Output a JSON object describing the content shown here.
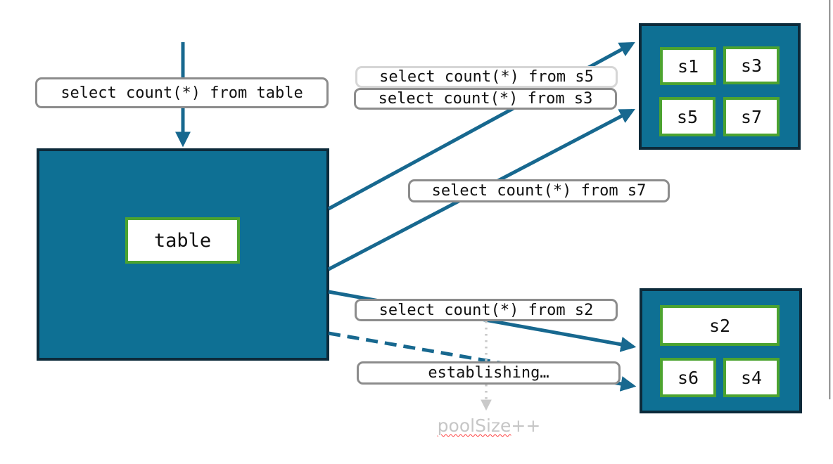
{
  "colors": {
    "teal_fill": "#0e7094",
    "teal_border": "#0c2a3a",
    "green": "#4ca330",
    "label_border": "#8c8c8c",
    "label_border_light": "#d6d6d6",
    "arrow": "#17688f",
    "dotted": "#c9c9c9",
    "pool_text": "#c6c6c6",
    "squiggle": "#ff4040",
    "edge_line": "#606060"
  },
  "queries": {
    "table": "select count(*) from table",
    "s5": "select count(*) from s5",
    "s3": "select count(*) from s3",
    "s7": "select count(*) from s7",
    "s2": "select count(*) from s2",
    "establishing": "establishing…"
  },
  "nodes": {
    "table_label": "table",
    "shards": {
      "s1": "s1",
      "s3": "s3",
      "s5": "s5",
      "s7": "s7",
      "s2": "s2",
      "s6": "s6",
      "s4": "s4"
    }
  },
  "annotations": {
    "pool_size": "poolSize",
    "pool_size_suffix": "++"
  }
}
